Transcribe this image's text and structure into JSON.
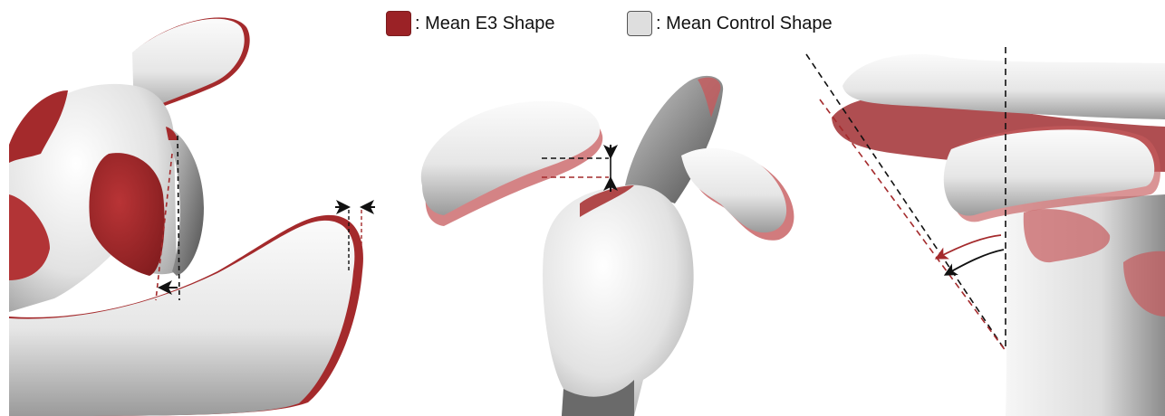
{
  "legend": {
    "e3": {
      "label": ": Mean E3 Shape",
      "color": "#9b2226"
    },
    "control": {
      "label": ": Mean Control Shape",
      "color": "#dedede"
    }
  },
  "colors": {
    "bone_light": "#f2f2f2",
    "bone_mid": "#cfcfcf",
    "bone_dark": "#6a6a6a",
    "e3_red": "#a42a2c",
    "e3_overlay": "#c65a5c",
    "control_line": "#111111",
    "e3_line": "#a42a2c"
  },
  "panels": [
    {
      "name": "left-view"
    },
    {
      "name": "middle-view"
    },
    {
      "name": "right-view"
    }
  ]
}
